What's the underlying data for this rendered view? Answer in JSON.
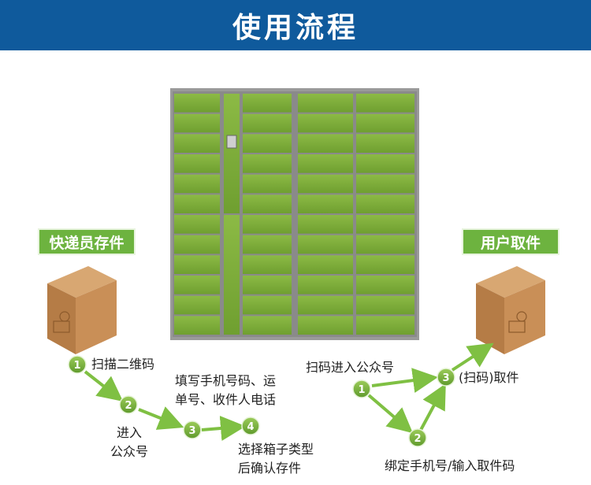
{
  "header": {
    "title": "使用流程"
  },
  "courier": {
    "label": "快递员存件",
    "steps": [
      {
        "num": "1",
        "text": [
          "扫描二维码"
        ]
      },
      {
        "num": "2",
        "text": [
          "进入",
          "公众号"
        ]
      },
      {
        "num": "3",
        "text": [
          "填写手机号码、运",
          "单号、收件人电话"
        ]
      },
      {
        "num": "4",
        "text": [
          "选择箱子类型",
          "后确认存件"
        ]
      }
    ]
  },
  "user": {
    "label": "用户取件",
    "steps": [
      {
        "num": "1",
        "text": [
          "扫码进入公众号"
        ]
      },
      {
        "num": "2",
        "text": [
          "绑定手机号/输入取件码"
        ]
      },
      {
        "num": "3",
        "text": [
          "(扫码)取件"
        ]
      }
    ]
  },
  "colors": {
    "header": "#0f5a9c",
    "accent_green": "#6db33f",
    "locker_green": "#7fae3a",
    "box_brown": "#c08a55"
  },
  "icons": [
    "locker-cabinet",
    "cardboard-box-icon",
    "step-circle-icon",
    "arrow-icon"
  ]
}
